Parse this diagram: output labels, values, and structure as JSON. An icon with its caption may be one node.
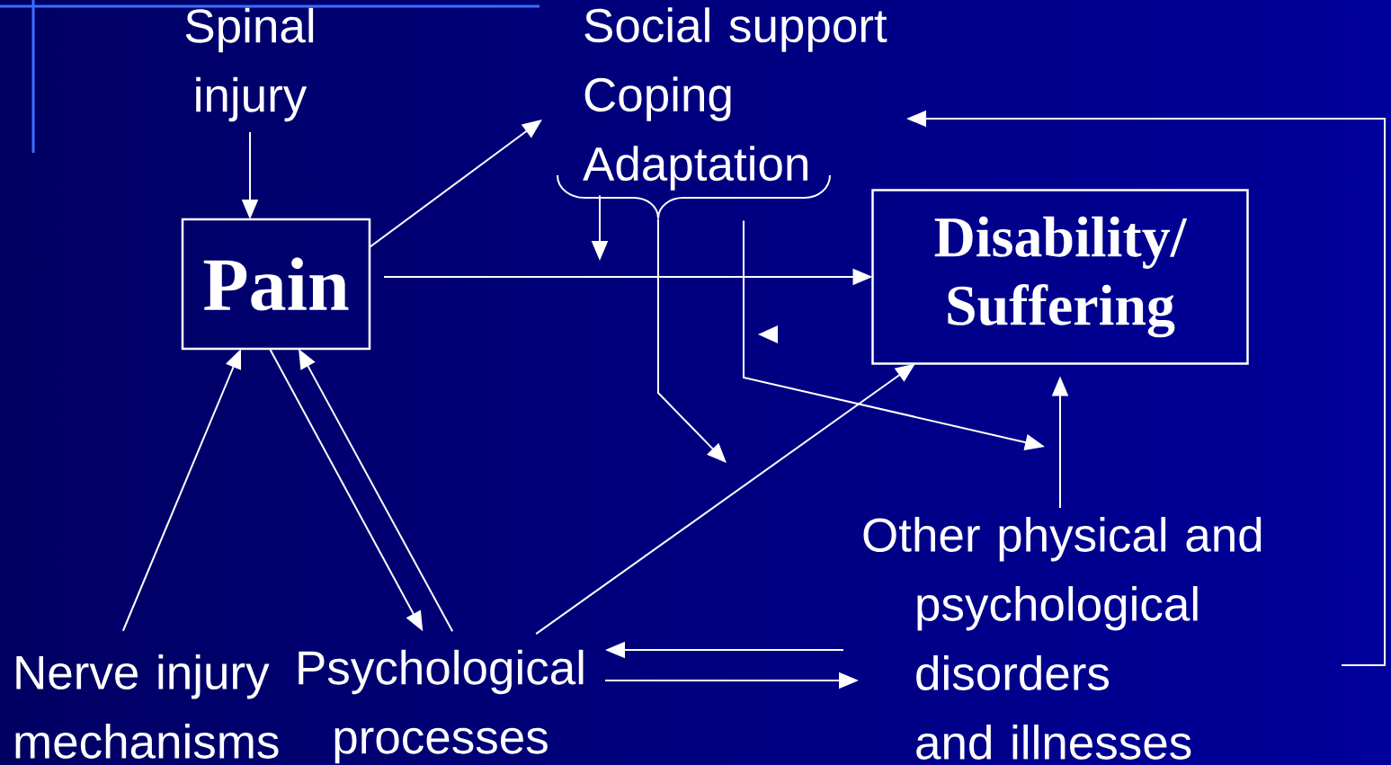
{
  "diagram": {
    "nodes": [
      {
        "text": [
          "Spinal injury"
        ]
      },
      {
        "text": [
          "Pain"
        ]
      },
      {
        "text": [
          "Social support",
          "Coping",
          "Adaptation"
        ]
      },
      {
        "text": [
          "Disability/ Suffering"
        ]
      },
      {
        "text": [
          "Nerve injury mechanisms"
        ]
      },
      {
        "text": [
          "Psychological processes"
        ]
      },
      {
        "text": [
          "Other physical and psychological disorders and illnesses"
        ]
      }
    ],
    "edges": [
      {
        "from": 0,
        "to": 1,
        "arrow": "to"
      },
      {
        "from": 1,
        "to": 2,
        "arrow": "to"
      },
      {
        "from": 1,
        "to": 3,
        "arrow": "to"
      },
      {
        "from": 4,
        "to": 1,
        "arrow": "to"
      },
      {
        "from": 1,
        "to": 5,
        "arrow": "to"
      },
      {
        "from": 5,
        "to": 1,
        "arrow": "to"
      },
      {
        "from": 5,
        "to": 3,
        "arrow": "to"
      },
      {
        "from": 6,
        "to": 5,
        "arrow": "to"
      },
      {
        "from": 5,
        "to": 6,
        "arrow": "to"
      },
      {
        "from": 6,
        "to": 3,
        "arrow": "to"
      },
      {
        "from": 6,
        "to": 2,
        "arrow": "to"
      },
      {
        "from": 2,
        "to": null,
        "arrow": "to"
      },
      {
        "from": 2,
        "to": null,
        "arrow": "to"
      },
      {
        "from": 2,
        "to": null,
        "arrow": "to"
      }
    ]
  }
}
